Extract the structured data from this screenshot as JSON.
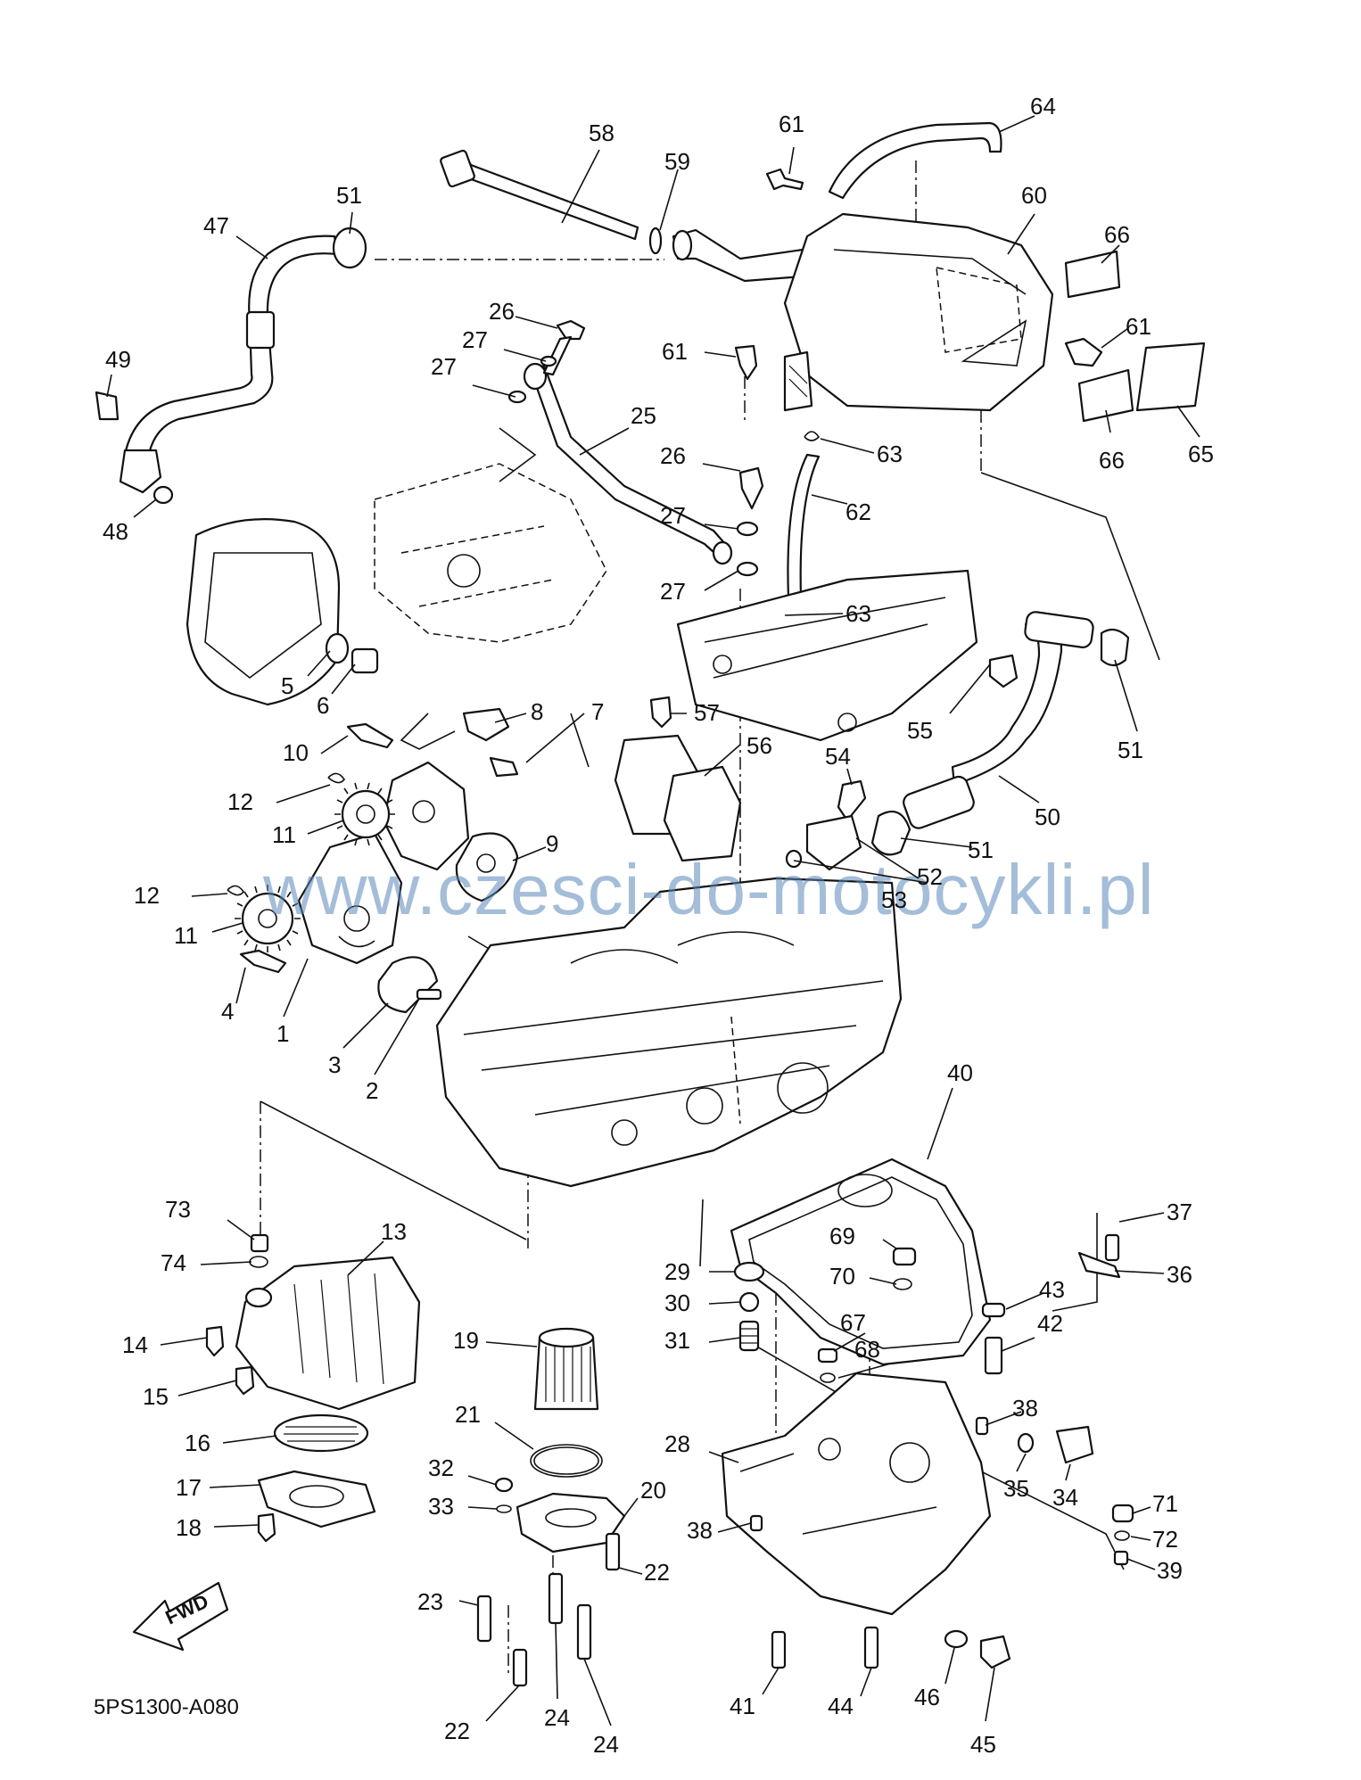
{
  "diagram_code": "5PS1300-A080",
  "watermark": "www.czesci-do-motocykli.pl",
  "fwd_label": "FWD",
  "callouts": [
    {
      "id": "c58",
      "n": "58"
    },
    {
      "id": "c59",
      "n": "59"
    },
    {
      "id": "c61a",
      "n": "61"
    },
    {
      "id": "c64",
      "n": "64"
    },
    {
      "id": "c60",
      "n": "60"
    },
    {
      "id": "c66a",
      "n": "66"
    },
    {
      "id": "c61b",
      "n": "61"
    },
    {
      "id": "c61c",
      "n": "61"
    },
    {
      "id": "c66b",
      "n": "66"
    },
    {
      "id": "c65",
      "n": "65"
    },
    {
      "id": "c63a",
      "n": "63"
    },
    {
      "id": "c62",
      "n": "62"
    },
    {
      "id": "c63b",
      "n": "63"
    },
    {
      "id": "c51a",
      "n": "51"
    },
    {
      "id": "c47",
      "n": "47"
    },
    {
      "id": "c49",
      "n": "49"
    },
    {
      "id": "c48",
      "n": "48"
    },
    {
      "id": "c26a",
      "n": "26"
    },
    {
      "id": "c27a",
      "n": "27"
    },
    {
      "id": "c27b",
      "n": "27"
    },
    {
      "id": "c25",
      "n": "25"
    },
    {
      "id": "c26b",
      "n": "26"
    },
    {
      "id": "c27c",
      "n": "27"
    },
    {
      "id": "c27d",
      "n": "27"
    },
    {
      "id": "c5",
      "n": "5"
    },
    {
      "id": "c6",
      "n": "6"
    },
    {
      "id": "c8",
      "n": "8"
    },
    {
      "id": "c7",
      "n": "7"
    },
    {
      "id": "c10",
      "n": "10"
    },
    {
      "id": "c12a",
      "n": "12"
    },
    {
      "id": "c11a",
      "n": "11"
    },
    {
      "id": "c9",
      "n": "9"
    },
    {
      "id": "c12b",
      "n": "12"
    },
    {
      "id": "c11b",
      "n": "11"
    },
    {
      "id": "c4",
      "n": "4"
    },
    {
      "id": "c1",
      "n": "1"
    },
    {
      "id": "c3",
      "n": "3"
    },
    {
      "id": "c2",
      "n": "2"
    },
    {
      "id": "c57",
      "n": "57"
    },
    {
      "id": "c56",
      "n": "56"
    },
    {
      "id": "c55",
      "n": "55"
    },
    {
      "id": "c54",
      "n": "54"
    },
    {
      "id": "c51b",
      "n": "51"
    },
    {
      "id": "c50",
      "n": "50"
    },
    {
      "id": "c51c",
      "n": "51"
    },
    {
      "id": "c52",
      "n": "52"
    },
    {
      "id": "c53",
      "n": "53"
    },
    {
      "id": "c40",
      "n": "40"
    },
    {
      "id": "c73",
      "n": "73"
    },
    {
      "id": "c13",
      "n": "13"
    },
    {
      "id": "c74",
      "n": "74"
    },
    {
      "id": "c14",
      "n": "14"
    },
    {
      "id": "c15",
      "n": "15"
    },
    {
      "id": "c16",
      "n": "16"
    },
    {
      "id": "c17",
      "n": "17"
    },
    {
      "id": "c18",
      "n": "18"
    },
    {
      "id": "c37",
      "n": "37"
    },
    {
      "id": "c69",
      "n": "69"
    },
    {
      "id": "c36",
      "n": "36"
    },
    {
      "id": "c29",
      "n": "29"
    },
    {
      "id": "c70",
      "n": "70"
    },
    {
      "id": "c43",
      "n": "43"
    },
    {
      "id": "c30",
      "n": "30"
    },
    {
      "id": "c67",
      "n": "67"
    },
    {
      "id": "c42",
      "n": "42"
    },
    {
      "id": "c31",
      "n": "31"
    },
    {
      "id": "c68",
      "n": "68"
    },
    {
      "id": "c19",
      "n": "19"
    },
    {
      "id": "c38a",
      "n": "38"
    },
    {
      "id": "c21",
      "n": "21"
    },
    {
      "id": "c28",
      "n": "28"
    },
    {
      "id": "c32",
      "n": "32"
    },
    {
      "id": "c35",
      "n": "35"
    },
    {
      "id": "c34",
      "n": "34"
    },
    {
      "id": "c20",
      "n": "20"
    },
    {
      "id": "c33",
      "n": "33"
    },
    {
      "id": "c71",
      "n": "71"
    },
    {
      "id": "c38b",
      "n": "38"
    },
    {
      "id": "c72",
      "n": "72"
    },
    {
      "id": "c22a",
      "n": "22"
    },
    {
      "id": "c23",
      "n": "23"
    },
    {
      "id": "c39",
      "n": "39"
    },
    {
      "id": "c41",
      "n": "41"
    },
    {
      "id": "c44",
      "n": "44"
    },
    {
      "id": "c46",
      "n": "46"
    },
    {
      "id": "c22b",
      "n": "22"
    },
    {
      "id": "c24a",
      "n": "24"
    },
    {
      "id": "c24b",
      "n": "24"
    },
    {
      "id": "c45",
      "n": "45"
    }
  ]
}
